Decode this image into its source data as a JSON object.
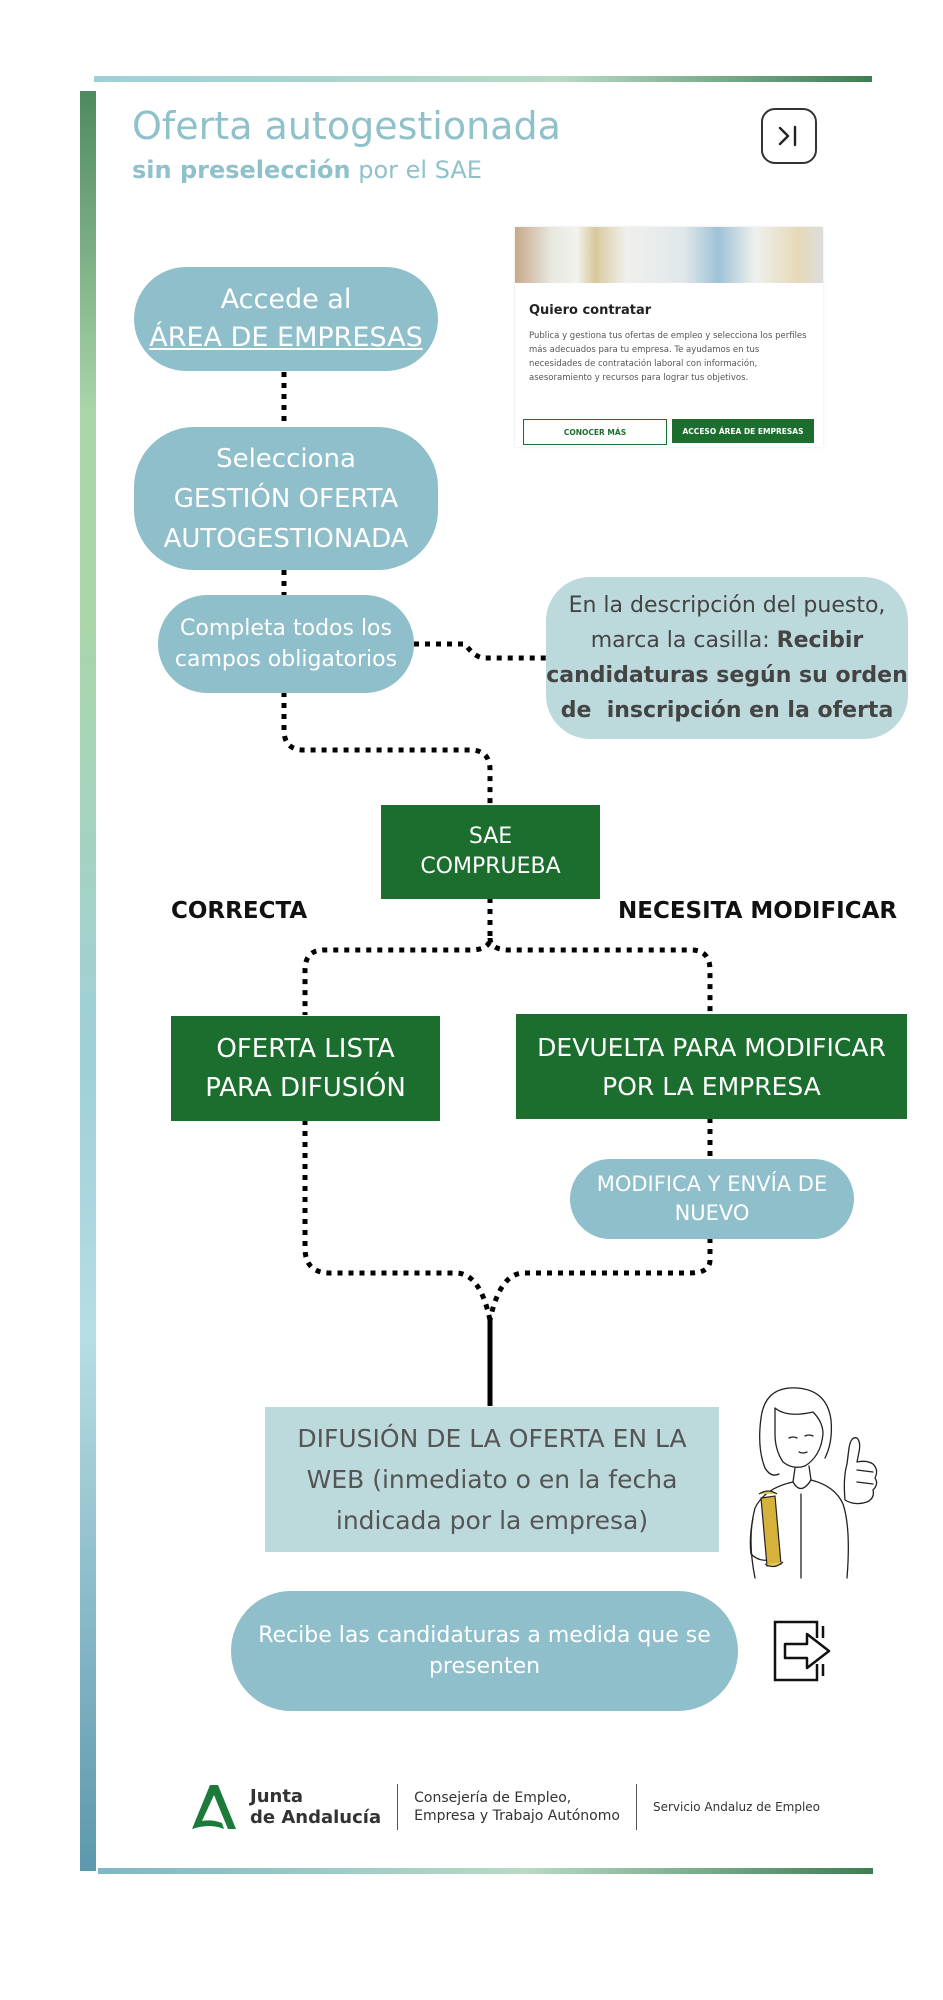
{
  "title": "Oferta autogestionada",
  "subtitle": {
    "bold": "sin preselección",
    "rest": "por el SAE"
  },
  "steps": {
    "accede": {
      "line1": "Accede al",
      "line2": "ÁREA DE EMPRESAS"
    },
    "selecciona": {
      "line1": "Selecciona",
      "line2": "GESTIÓN OFERTA",
      "line3": "AUTOGESTIONADA"
    },
    "completa": {
      "line1": "Completa todos los",
      "line2": "campos obligatorios"
    },
    "descripcion": {
      "line1": "En la descripción del puesto,",
      "line2a": "marca la casilla: ",
      "line2b": "Recibir",
      "line3": "candidaturas según su orden",
      "line4": "de  inscripción en la oferta"
    },
    "sae": {
      "line1": "SAE",
      "line2": "COMPRUEBA"
    },
    "correcta": "CORRECTA",
    "necesita": "NECESITA MODIFICAR",
    "oferta_lista": {
      "line1": "OFERTA LISTA",
      "line2": "PARA DIFUSIÓN"
    },
    "devuelta": {
      "line1": "DEVUELTA PARA MODIFICAR",
      "line2": "POR LA EMPRESA"
    },
    "modifica": {
      "line1": "MODIFICA Y ENVÍA DE",
      "line2": "NUEVO"
    },
    "difusion": {
      "line1": "DIFUSIÓN DE LA OFERTA EN LA",
      "line2": "WEB (inmediato o en la fecha",
      "line3": "indicada por la empresa)"
    },
    "recibe": {
      "line1": "Recibe las candidaturas a medida que se",
      "line2": "presenten"
    }
  },
  "card": {
    "title": "Quiero contratar",
    "text": "Publica y gestiona tus ofertas de empleo y selecciona los perfiles más adecuados para tu empresa. Te ayudamos en tus necesidades de contratación laboral con información, asesoramiento y recursos para lograr tus objetivos.",
    "btn_conocer": "CONOCER MÁS",
    "btn_acceso": "ACCESO ÁREA DE EMPRESAS"
  },
  "footer": {
    "junta_line1": "Junta",
    "junta_line2": "de Andalucía",
    "consejeria_line1": "Consejería de Empleo,",
    "consejeria_line2": "Empresa y Trabajo Autónomo",
    "sae": "Servicio Andaluz de Empleo"
  },
  "icons": {
    "skip": "skip-forward-icon",
    "exit": "exit-arrow-icon",
    "woman": "woman-thumbs-up-illustration",
    "logo": "junta-andalucia-logo"
  },
  "colors": {
    "teal": "#8fbfca",
    "green": "#1c6e2f",
    "light_teal": "#bcd9dc",
    "title": "#8fc1cb"
  }
}
